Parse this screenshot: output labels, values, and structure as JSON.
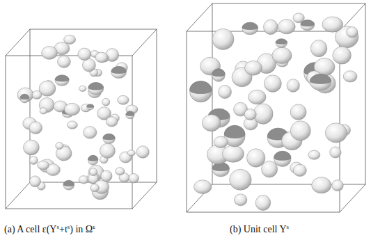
{
  "diagram": {
    "labels": [
      "(a) A cell ε(Y",
      "s",
      "+t",
      "s",
      ") in Ω",
      "ε",
      "(b) Unit cell Y",
      "s"
    ]
  }
}
